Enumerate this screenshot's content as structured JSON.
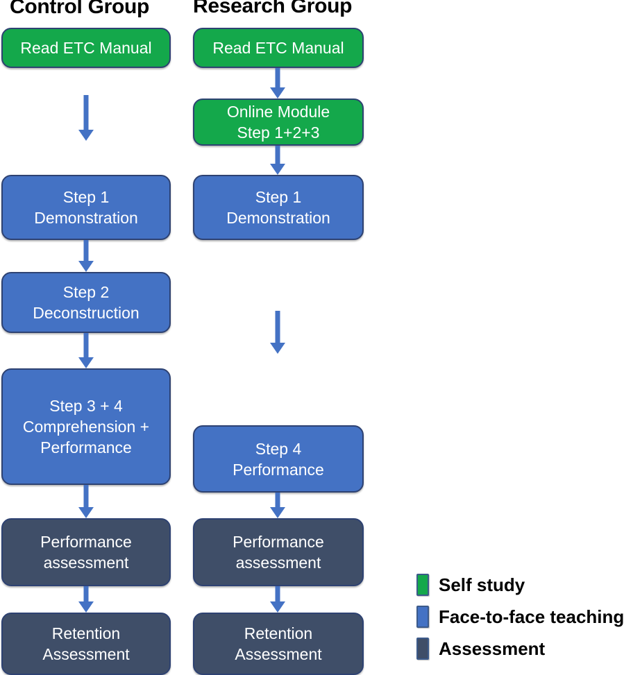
{
  "diagram": {
    "type": "flowchart",
    "columns": [
      {
        "id": "control",
        "title": "Control Group",
        "nodes": [
          {
            "id": "control-read-manual",
            "category": "self-study",
            "color": "#14A84B",
            "lines": [
              "Read ETC Manual"
            ]
          },
          {
            "id": "control-step1",
            "category": "face-to-face",
            "color": "#4472C4",
            "lines": [
              "Step 1",
              "Demonstration"
            ]
          },
          {
            "id": "control-step2",
            "category": "face-to-face",
            "color": "#4472C4",
            "lines": [
              "Step 2",
              "Deconstruction"
            ]
          },
          {
            "id": "control-step34",
            "category": "face-to-face",
            "color": "#4472C4",
            "lines": [
              "Step 3 + 4",
              "Comprehension +",
              "Performance"
            ]
          },
          {
            "id": "control-performance-assessment",
            "category": "assessment",
            "color": "#3F4E68",
            "lines": [
              "Performance",
              "assessment"
            ]
          },
          {
            "id": "control-retention-assessment",
            "category": "assessment",
            "color": "#3F4E68",
            "lines": [
              "Retention",
              "Assessment"
            ]
          }
        ]
      },
      {
        "id": "research",
        "title": "Research Group",
        "nodes": [
          {
            "id": "research-read-manual",
            "category": "self-study",
            "color": "#14A84B",
            "lines": [
              "Read ETC Manual"
            ]
          },
          {
            "id": "research-online-module",
            "category": "self-study",
            "color": "#14A84B",
            "lines": [
              "Online Module",
              "Step 1+2+3"
            ]
          },
          {
            "id": "research-step1",
            "category": "face-to-face",
            "color": "#4472C4",
            "lines": [
              "Step 1",
              "Demonstration"
            ]
          },
          {
            "id": "research-step4",
            "category": "face-to-face",
            "color": "#4472C4",
            "lines": [
              "Step 4",
              "Performance"
            ]
          },
          {
            "id": "research-performance-assessment",
            "category": "assessment",
            "color": "#3F4E68",
            "lines": [
              "Performance",
              "assessment"
            ]
          },
          {
            "id": "research-retention-assessment",
            "category": "assessment",
            "color": "#3F4E68",
            "lines": [
              "Retention",
              "Assessment"
            ]
          }
        ]
      }
    ],
    "arrow_color": "#4472C4",
    "node_border_color": "#2E4272"
  },
  "legend": {
    "items": [
      {
        "label": "Self study",
        "color": "#14A84B"
      },
      {
        "label": "Face-to-face teaching",
        "color": "#4472C4"
      },
      {
        "label": "Assessment",
        "color": "#3F4E68"
      }
    ]
  }
}
